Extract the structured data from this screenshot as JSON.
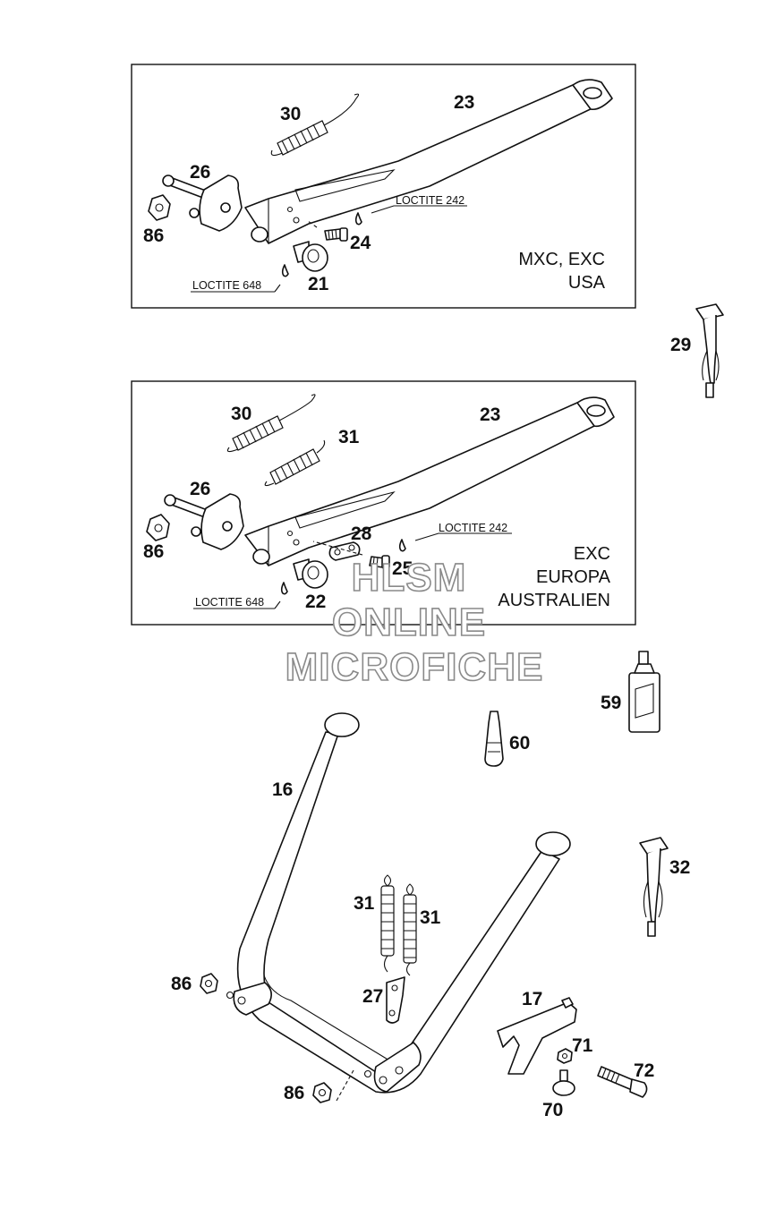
{
  "diagram": {
    "box_mxc": {
      "labels": {
        "n30": "30",
        "n23": "23",
        "n26": "26",
        "n86": "86",
        "n24": "24",
        "n21": "21"
      },
      "loctite_a": "LOCTITE 242",
      "loctite_b": "LOCTITE 648",
      "region_line1": "MXC, EXC",
      "region_line2": "USA"
    },
    "box_exc": {
      "labels": {
        "n30": "30",
        "n31": "31",
        "n23": "23",
        "n26": "26",
        "n86": "86",
        "n28": "28",
        "n25": "25",
        "n22": "22"
      },
      "loctite_a": "LOCTITE 242",
      "loctite_b": "LOCTITE 648",
      "region_line1": "EXC",
      "region_line2": "EUROPA",
      "region_line3": "AUSTRALIEN"
    },
    "loose_parts": {
      "n29": "29",
      "n59": "59",
      "n60": "60",
      "n16": "16",
      "n32": "32",
      "n31a": "31",
      "n31b": "31",
      "n86a": "86",
      "n27": "27",
      "n17": "17",
      "n71": "71",
      "n72": "72",
      "n86b": "86",
      "n70": "70"
    },
    "watermark": {
      "line1": "HLSM",
      "line2": "ONLINE",
      "line3": "MICROFICHE"
    }
  }
}
